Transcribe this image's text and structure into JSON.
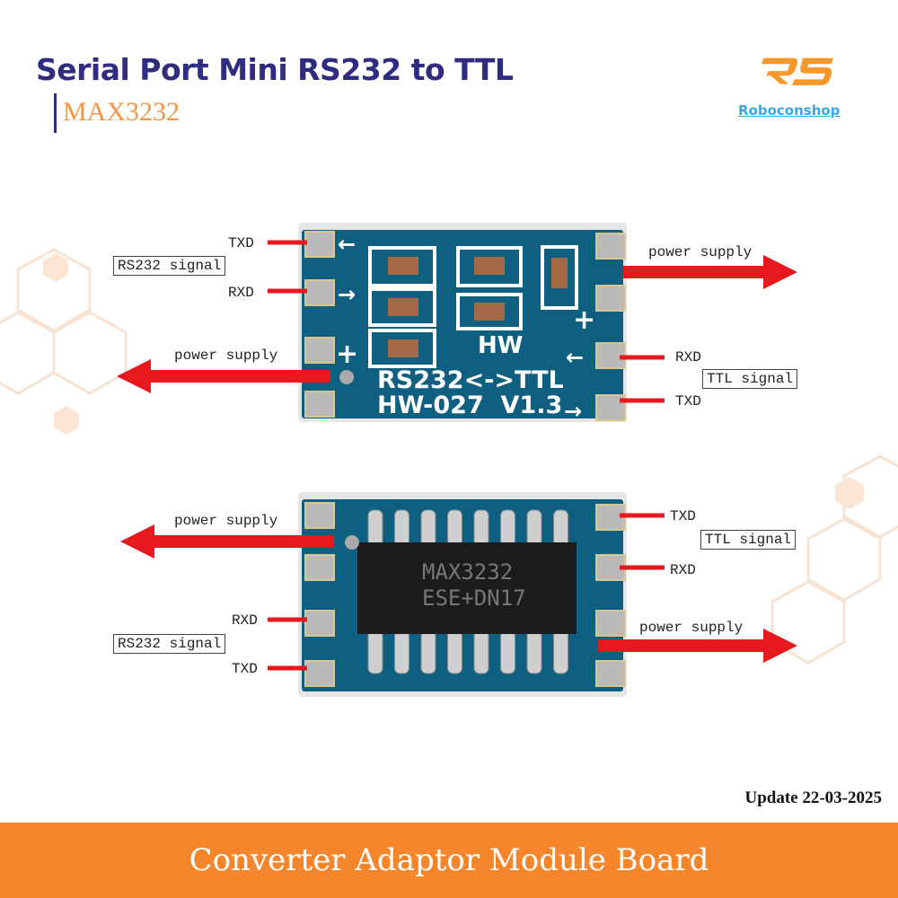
{
  "header": {
    "title": "Serial Port Mini RS232 to TTL",
    "subtitle": "MAX3232",
    "logo_text": "Roboconshop"
  },
  "colors": {
    "title": "#2e2d82",
    "accent": "#f5862b",
    "logo_blue": "#3aa7e0",
    "pcb": "#0e5f80",
    "arrow": "#e8191e"
  },
  "board_top": {
    "silkscreen": [
      "HW",
      "RS232<->TTL",
      "HW-027  V1.3"
    ],
    "labels": {
      "left_txd": "TXD",
      "left_rxd": "RXD",
      "left_group": "RS232 signal",
      "left_power": "power supply",
      "right_power": "power supply",
      "right_rxd": "RXD",
      "right_txd": "TXD",
      "right_group": "TTL signal"
    }
  },
  "board_bottom": {
    "chip": [
      "MAX3232",
      "ESE+DN17"
    ],
    "labels": {
      "left_power": "power supply",
      "left_rxd": "RXD",
      "left_group": "RS232 signal",
      "left_txd": "TXD",
      "right_txd": "TXD",
      "right_group": "TTL signal",
      "right_rxd": "RXD",
      "right_power": "power supply"
    }
  },
  "update": "Update 22-03-2025",
  "footer": {
    "text": "Converter Adaptor Module Board"
  }
}
